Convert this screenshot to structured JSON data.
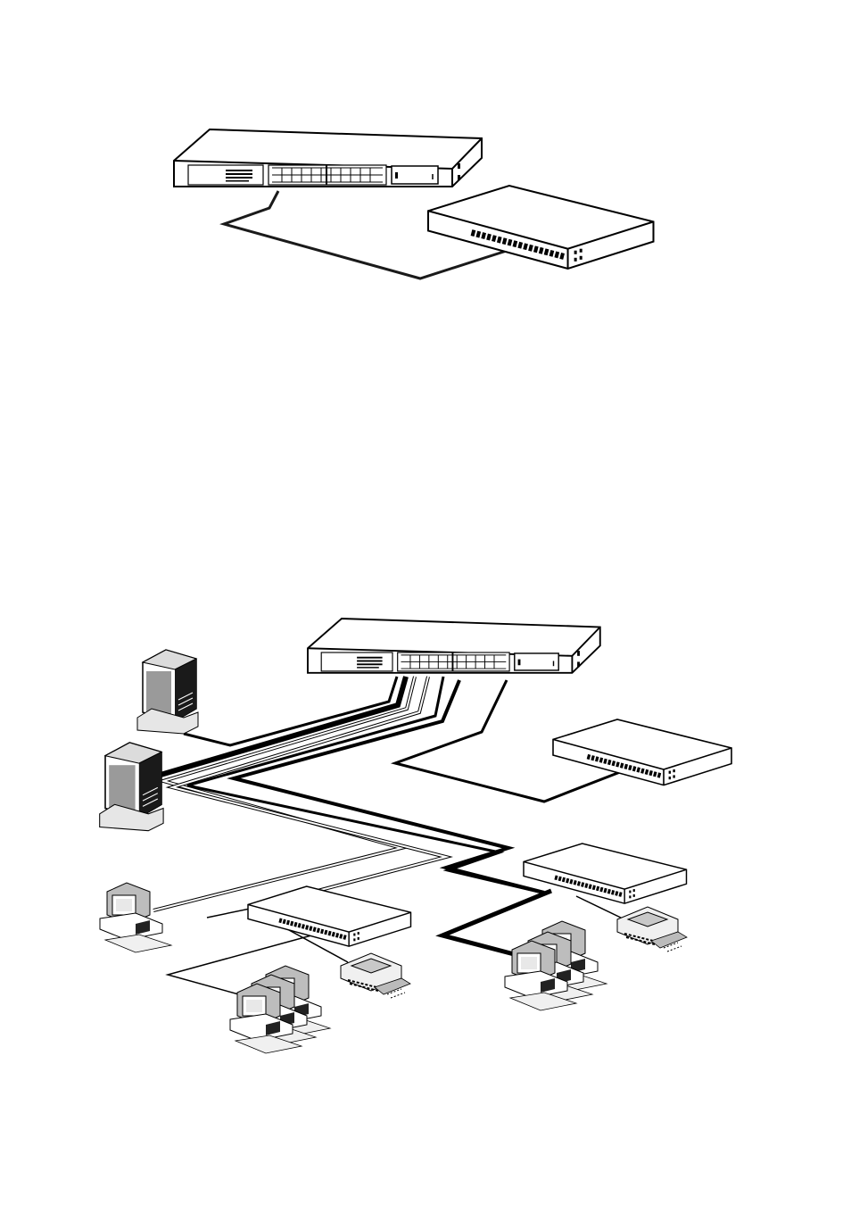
{
  "diagram": {
    "figures": [
      {
        "id": "figure-1",
        "devices": [
          "main-switch",
          "secondary-switch"
        ],
        "links": 1
      },
      {
        "id": "figure-2",
        "devices": [
          "main-switch",
          "server-1",
          "server-2",
          "backbone-switch",
          "workgroup-switch-left",
          "workgroup-switch-right",
          "pc-single",
          "pc-group-left",
          "pc-group-right",
          "printer-left",
          "printer-right"
        ],
        "links": 12
      }
    ],
    "colors": {
      "line": "#000000",
      "device_face": "#ffffff",
      "server_shade": "#8a8a8a",
      "cable_dark": "#1a1a1a"
    }
  }
}
